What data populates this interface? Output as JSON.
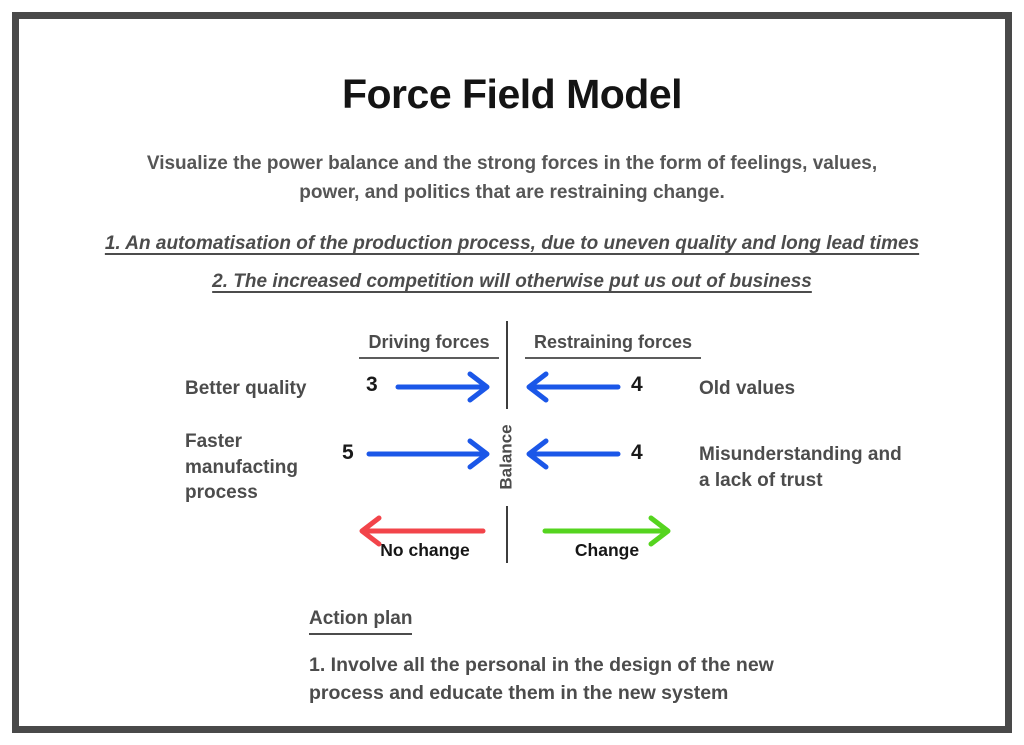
{
  "title": "Force Field Model",
  "subtitle": "Visualize the power balance and the strong forces in the form of feelings, values,\npower, and politics that are restraining change.",
  "reasons": [
    "1. An automatisation of the production process, due to uneven quality and long lead times",
    "2. The increased competition will otherwise put us out of business"
  ],
  "diagram": {
    "left_header": "Driving forces",
    "right_header": "Restraining forces",
    "balance_label": "Balance",
    "rows": [
      {
        "left_label": "Better quality",
        "left_value": "3",
        "right_value": "4",
        "right_label": "Old values"
      },
      {
        "left_label": "Faster manufacting process",
        "left_value": "5",
        "right_value": "4",
        "right_label": "Misunderstanding and\na lack of trust"
      }
    ],
    "outcome": {
      "no_change_label": "No change",
      "change_label": "Change"
    },
    "colors": {
      "arrow_blue": "#1b57e8",
      "arrow_red": "#f2444a",
      "arrow_green": "#55d41f",
      "axis_line": "#3d3d3d",
      "frame_border": "#494949"
    }
  },
  "action_plan": {
    "heading": "Action plan",
    "item_1": "1. Involve all the personal in the design of the new\nprocess and educate them in the new system"
  }
}
